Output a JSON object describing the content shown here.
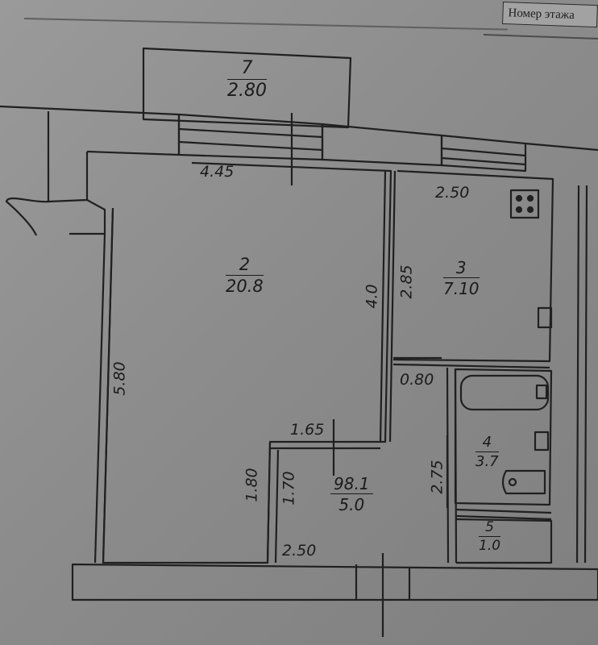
{
  "header": {
    "floor_label": "Номер этажа"
  },
  "rooms": [
    {
      "id": "7",
      "number": "7",
      "area": "2.80"
    },
    {
      "id": "2",
      "number": "2",
      "area": "20.8"
    },
    {
      "id": "3",
      "number": "3",
      "area": "7.10"
    },
    {
      "id": "1",
      "number": "98.1",
      "area": "5.0"
    },
    {
      "id": "4",
      "number": "4",
      "area": "3.7"
    },
    {
      "id": "5",
      "number": "5",
      "area": "1.0"
    }
  ],
  "dimensions": {
    "room2_width": "4.45",
    "room2_length": "5.80",
    "room2_inner": "4.0",
    "room3_width": "2.50",
    "room3_length": "2.85",
    "corridor_step": "0.80",
    "hall_top": "1.65",
    "hall_left_outer": "1.80",
    "hall_left_inner": "1.70",
    "hall_bottom": "2.50",
    "bath_length": "2.75"
  }
}
